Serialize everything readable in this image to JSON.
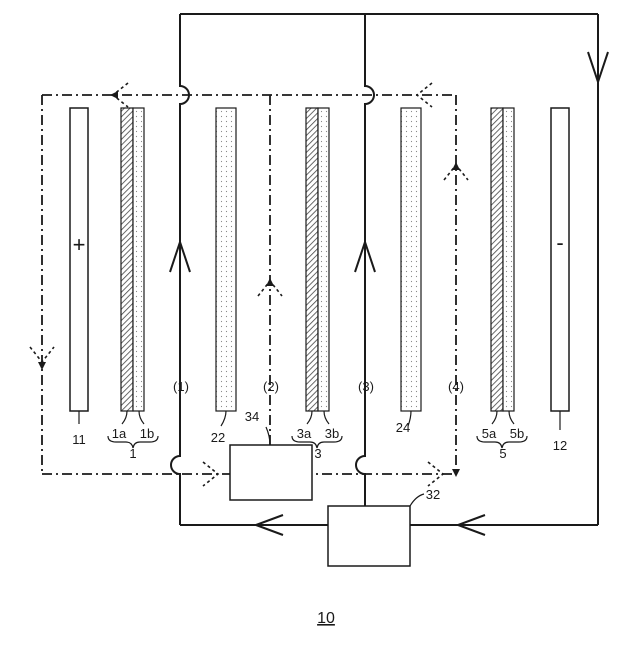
{
  "figure_number": "10",
  "electrodes": {
    "anode": {
      "ref": "11",
      "sign": "+"
    },
    "cathode": {
      "ref": "12",
      "sign": "-"
    }
  },
  "membranes": [
    {
      "ref": "1",
      "layer_a": "1a",
      "layer_b": "1b"
    },
    {
      "ref": "3",
      "layer_a": "3a",
      "layer_b": "3b"
    },
    {
      "ref": "5",
      "layer_a": "5a",
      "layer_b": "5b"
    }
  ],
  "spacers": [
    {
      "ref": "22"
    },
    {
      "ref": "24"
    }
  ],
  "boxes": [
    {
      "ref": "34"
    },
    {
      "ref": "32"
    }
  ],
  "channels": [
    "(1)",
    "(2)",
    "(3)",
    "(4)"
  ],
  "colors": {
    "line": "#1a1a1a",
    "hatch": "#555555",
    "dots": "#999999"
  }
}
